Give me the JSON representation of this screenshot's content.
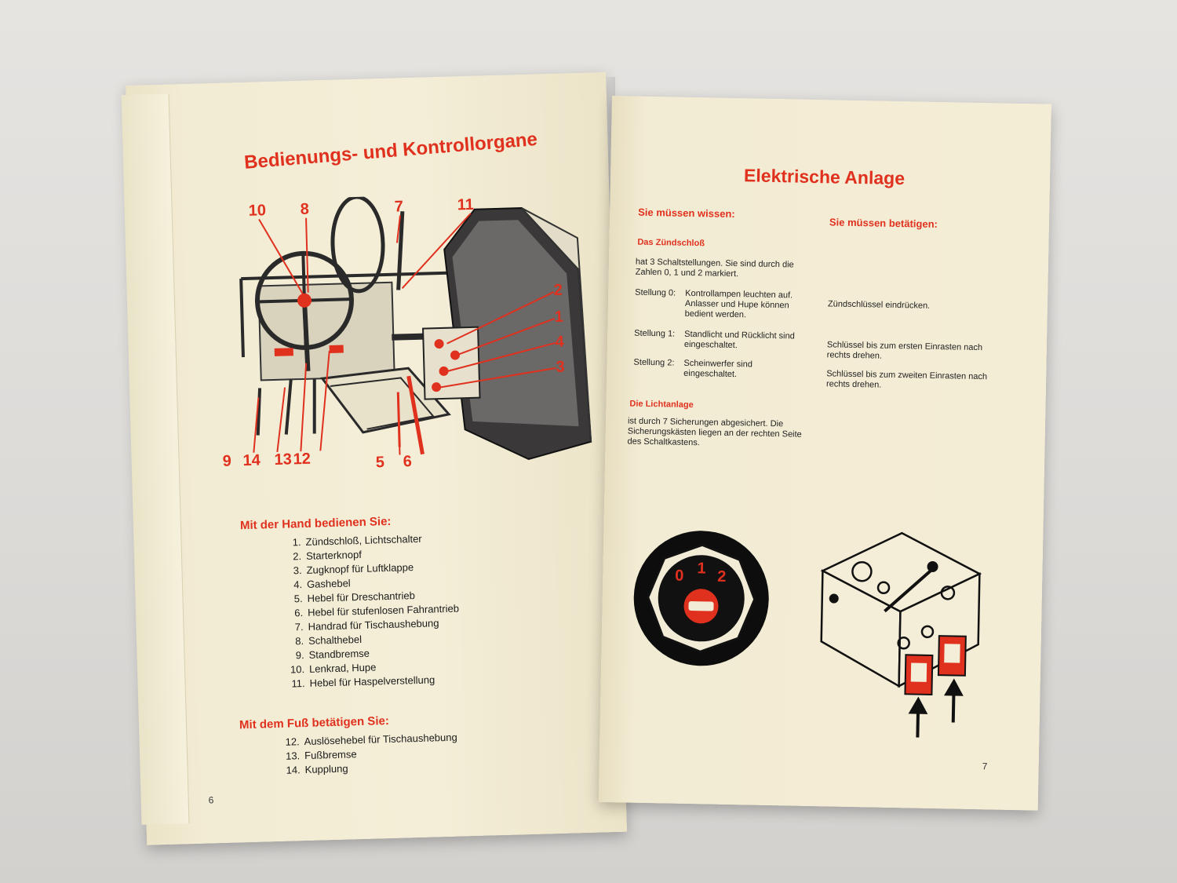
{
  "left_page": {
    "title": "Bedienungs- und Kontrollorgane",
    "callouts": [
      "10",
      "8",
      "7",
      "11",
      "2",
      "1",
      "4",
      "3",
      "9",
      "14",
      "13",
      "12",
      "5",
      "6"
    ],
    "hand_heading": "Mit der Hand bedienen Sie:",
    "hand_items": [
      {
        "num": "1.",
        "text": "Zündschloß, Lichtschalter"
      },
      {
        "num": "2.",
        "text": "Starterknopf"
      },
      {
        "num": "3.",
        "text": "Zugknopf für Luftklappe"
      },
      {
        "num": "4.",
        "text": "Gashebel"
      },
      {
        "num": "5.",
        "text": "Hebel für Dreschantrieb"
      },
      {
        "num": "6.",
        "text": "Hebel für stufenlosen Fahrantrieb"
      },
      {
        "num": "7.",
        "text": "Handrad für Tischaushebung"
      },
      {
        "num": "8.",
        "text": "Schalthebel"
      },
      {
        "num": "9.",
        "text": "Standbremse"
      },
      {
        "num": "10.",
        "text": "Lenkrad, Hupe"
      },
      {
        "num": "11.",
        "text": "Hebel für Haspelverstellung"
      }
    ],
    "foot_heading": "Mit dem Fuß betätigen Sie:",
    "foot_items": [
      {
        "num": "12.",
        "text": "Auslösehebel für Tischaushebung"
      },
      {
        "num": "13.",
        "text": "Fußbremse"
      },
      {
        "num": "14.",
        "text": "Kupplung"
      }
    ],
    "page_number": "6"
  },
  "right_page": {
    "title": "Elektrische Anlage",
    "col_left_heading": "Sie müssen wissen:",
    "col_right_heading": "Sie müssen betätigen:",
    "ignition_heading": "Das Zündschloß",
    "ignition_text": "hat 3 Schaltstellungen. Sie sind durch die Zahlen 0, 1 und 2 markiert.",
    "positions": [
      {
        "label": "Stellung 0:",
        "text": "Kontrollampen leuchten auf. Anlasser und Hupe können bedient werden.",
        "action": "Zündschlüssel eindrücken."
      },
      {
        "label": "Stellung 1:",
        "text": "Standlicht und Rücklicht sind eingeschaltet.",
        "action": "Schlüssel bis zum ersten Einrasten nach rechts drehen."
      },
      {
        "label": "Stellung 2:",
        "text": "Scheinwerfer sind eingeschaltet.",
        "action": "Schlüssel bis zum zweiten Einrasten nach rechts drehen."
      }
    ],
    "light_heading": "Die Lichtanlage",
    "light_text": "ist durch 7 Sicherungen abgesichert. Die Sicherungskästen liegen an der rechten Seite des Schaltkastens.",
    "dial_labels": [
      "0",
      "1",
      "2"
    ],
    "page_number": "7"
  },
  "colors": {
    "accent_red": "#e0301e",
    "paper": "#f4eed8",
    "ink": "#1a1a1a"
  }
}
